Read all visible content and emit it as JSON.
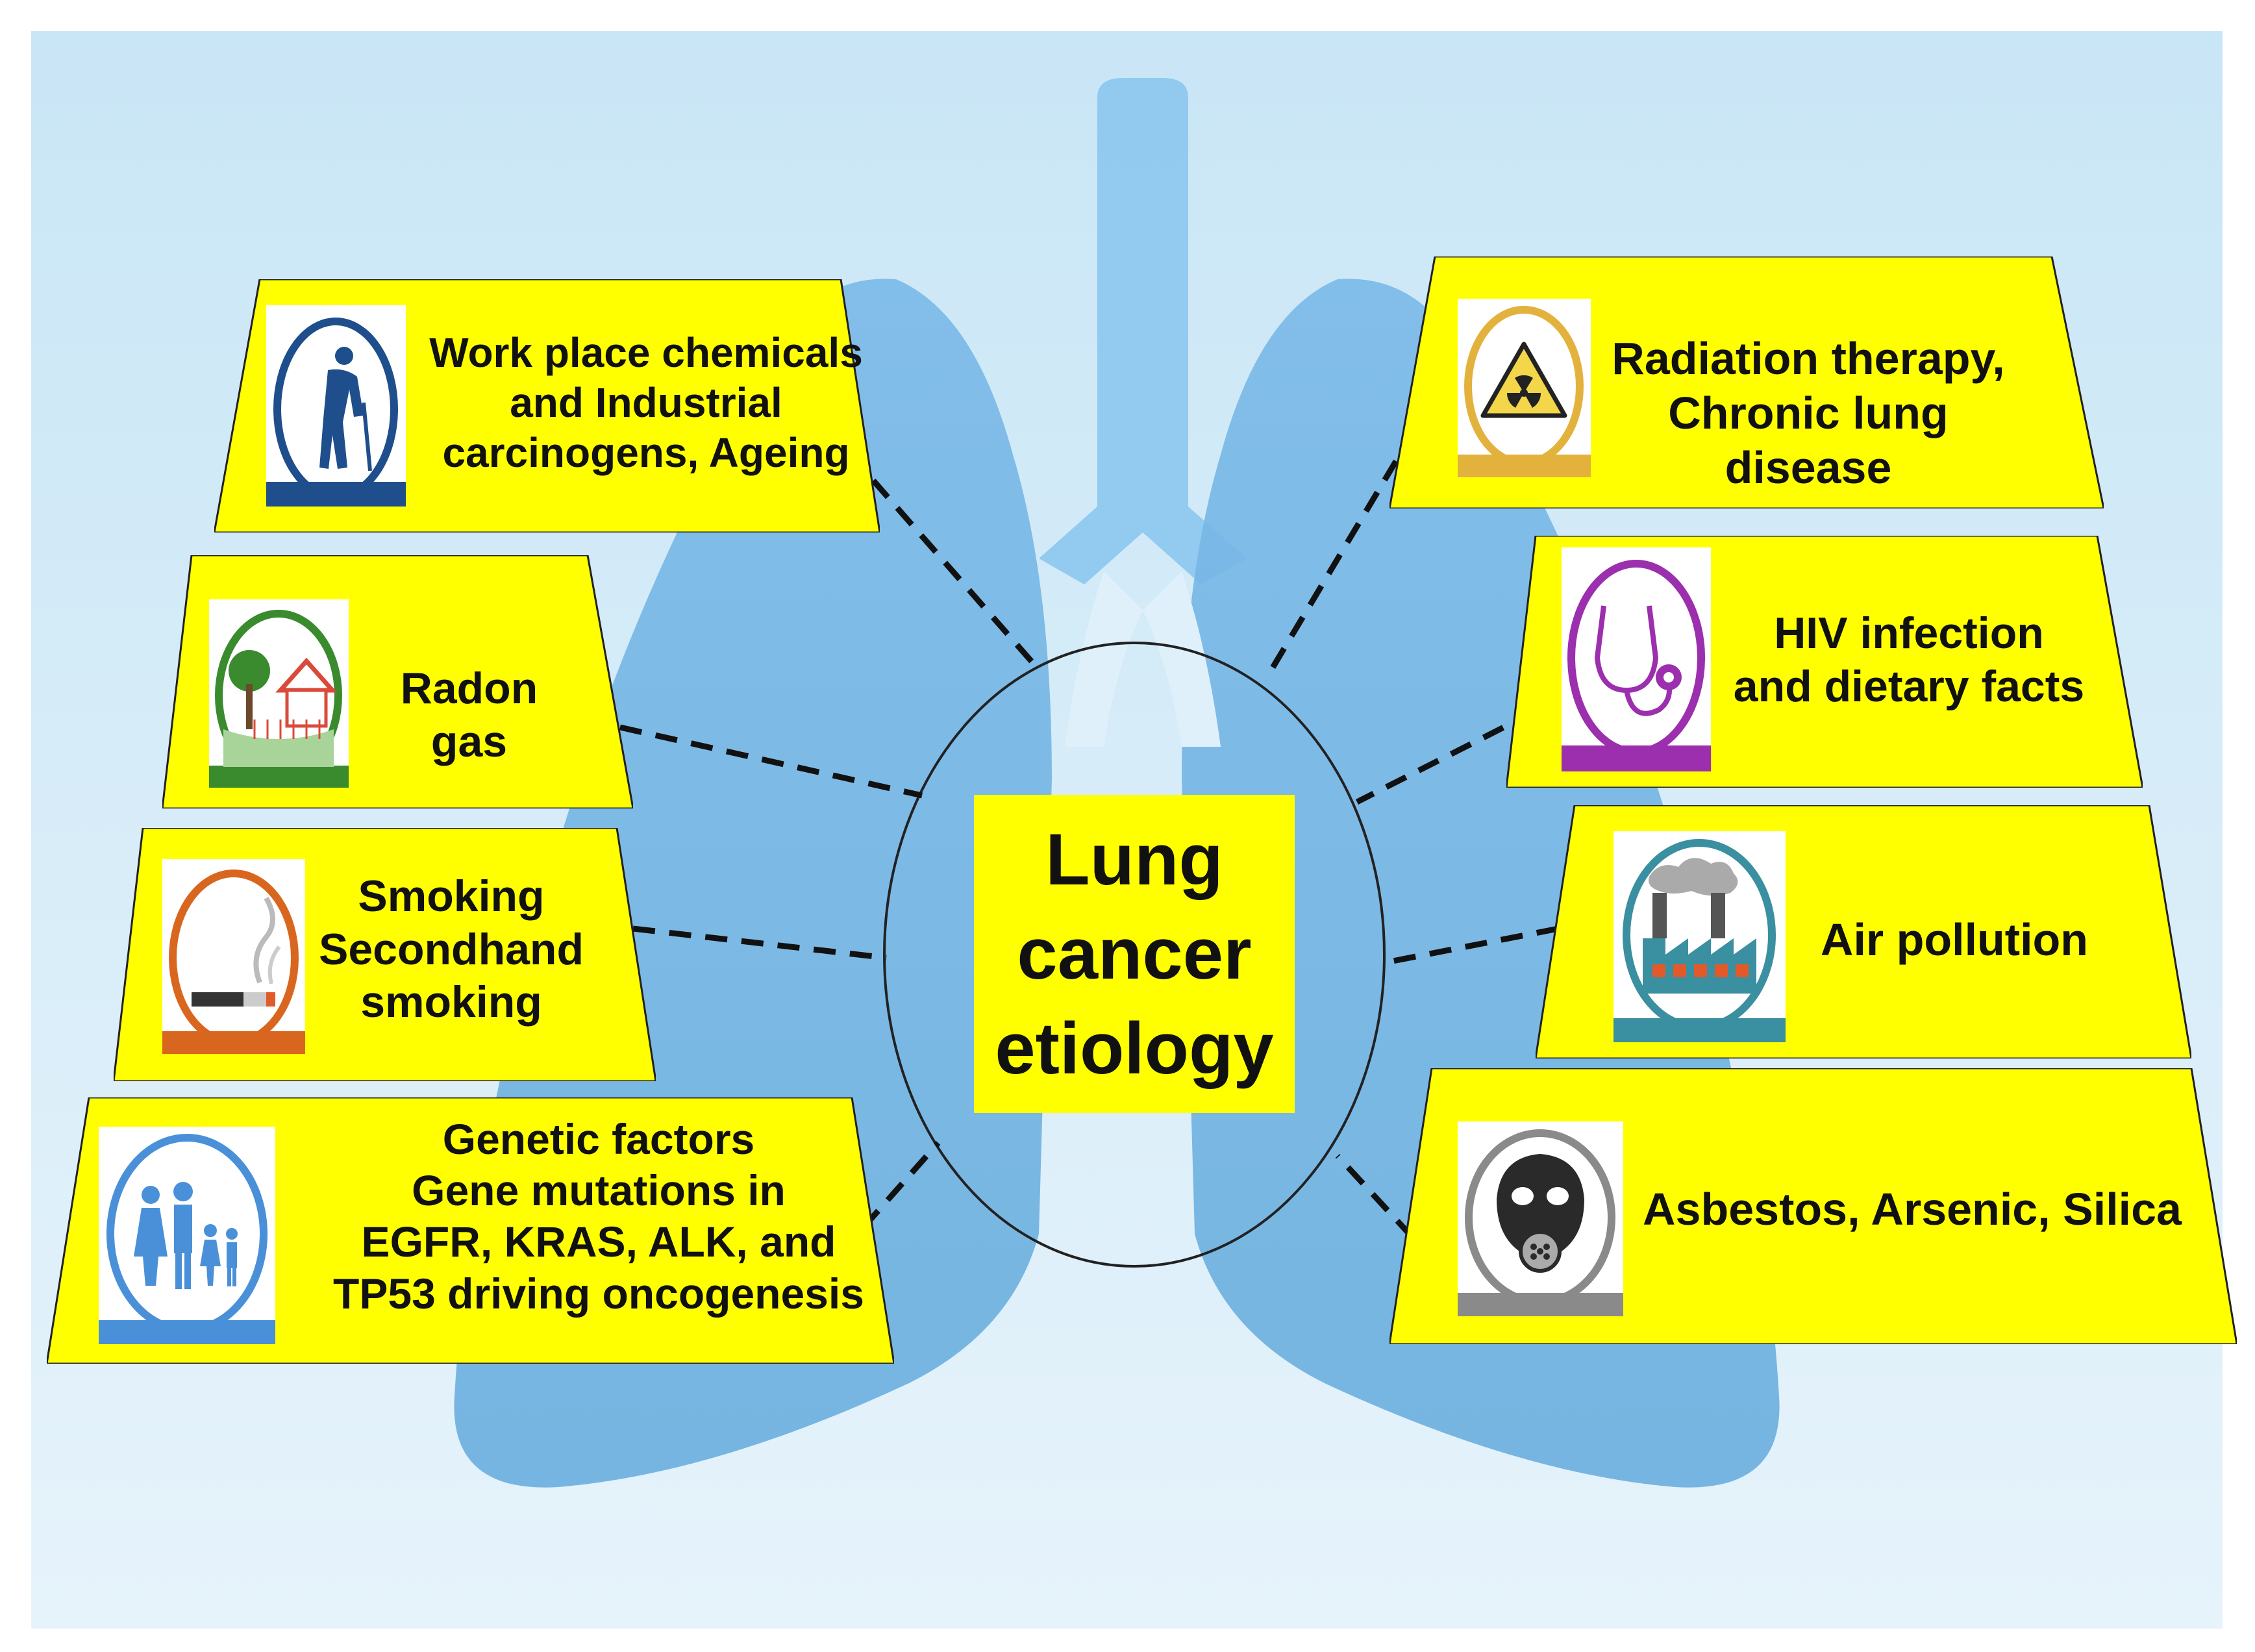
{
  "center": {
    "label": "Lung\ncancer\netiology"
  },
  "factors_left": [
    {
      "label": "Work place chemicals\nand Industrial\ncarcinogens, Ageing",
      "icon": "elderly-person-icon",
      "ring_color": "#1f4e8c"
    },
    {
      "label": "Radon gas",
      "icon": "house-tree-radon-icon",
      "ring_color": "#3a8a2e"
    },
    {
      "label": "Smoking\nSecondhand\nsmoking",
      "icon": "cigarette-icon",
      "ring_color": "#d9661f"
    },
    {
      "label": "Genetic factors\nGene  mutations in\nEGFR, KRAS, ALK, and\nTP53 driving oncogenesis",
      "icon": "family-icon",
      "ring_color": "#4a90d9"
    }
  ],
  "factors_right": [
    {
      "label": "Radiation therapy,\nChronic lung disease",
      "icon": "radiation-icon",
      "ring_color": "#e3b23c"
    },
    {
      "label": "HIV infection\nand  dietary facts",
      "icon": "stethoscope-icon",
      "ring_color": "#9b2fae"
    },
    {
      "label": "Air pollution",
      "icon": "factory-smoke-icon",
      "ring_color": "#3a8fa0"
    },
    {
      "label": "Asbestos, Arsenic, Silica",
      "icon": "gas-mask-icon",
      "ring_color": "#8a8a8a"
    }
  ],
  "colors": {
    "card_fill": "#ffff00",
    "lung_fill": "#6fb3e6",
    "background": "#cfe8f6"
  }
}
